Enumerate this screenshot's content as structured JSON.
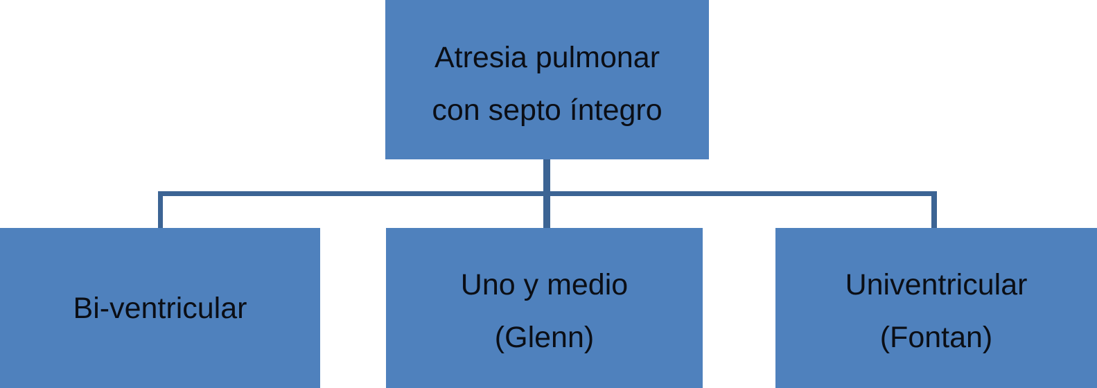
{
  "diagram": {
    "type": "org-chart",
    "colors": {
      "background": "#ffffff",
      "box_fill": "#4f81bd",
      "connector": "#3c6494",
      "text": "#0b0e15"
    },
    "root": {
      "lines": [
        "Atresia pulmonar",
        "con septo íntegro"
      ]
    },
    "children": [
      {
        "lines": [
          "Bi-ventricular"
        ]
      },
      {
        "lines": [
          "Uno y medio",
          "(Glenn)"
        ]
      },
      {
        "lines": [
          "Univentricular",
          "(Fontan)"
        ]
      }
    ]
  }
}
